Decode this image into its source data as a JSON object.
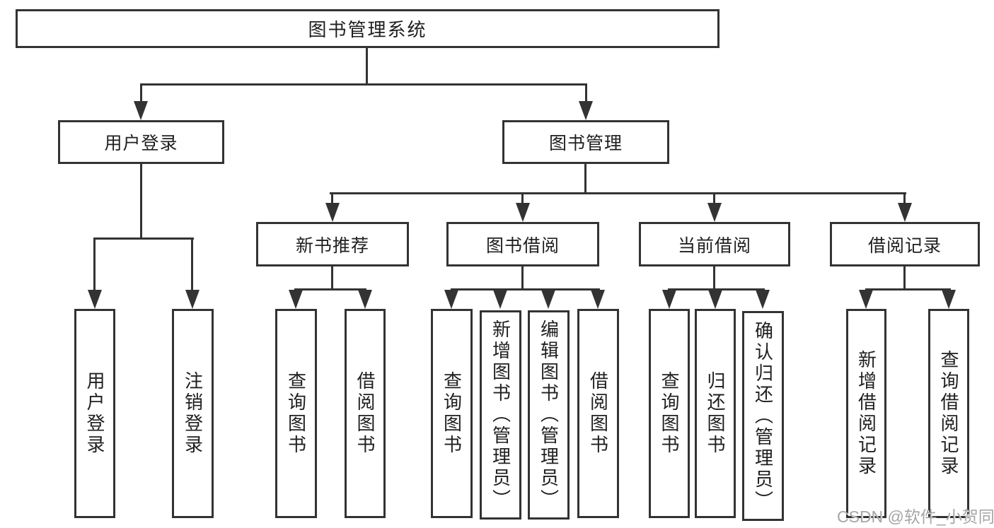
{
  "colors": {
    "line": "#333333",
    "box_border": "#333333",
    "text": "#1f1f1f",
    "background": "#ffffff",
    "watermark": "#a6a6a6"
  },
  "diagram": {
    "title": "图书管理系统",
    "branches": [
      {
        "label": "用户登录",
        "leaves": [
          "用户登录",
          "注销登录"
        ]
      },
      {
        "label": "图书管理",
        "sections": [
          {
            "label": "新书推荐",
            "leaves": [
              "查询图书",
              "借阅图书"
            ]
          },
          {
            "label": "图书借阅",
            "leaves": [
              "查询图书",
              "新增图书（管理员）",
              "编辑图书（管理员）",
              "借阅图书"
            ]
          },
          {
            "label": "当前借阅",
            "leaves": [
              "查询图书",
              "归还图书",
              "确认归还（管理员）"
            ]
          },
          {
            "label": "借阅记录",
            "leaves": [
              "新增借阅记录",
              "查询借阅记录"
            ]
          }
        ]
      }
    ]
  },
  "watermark": "CSDN @软件_小贺同学"
}
